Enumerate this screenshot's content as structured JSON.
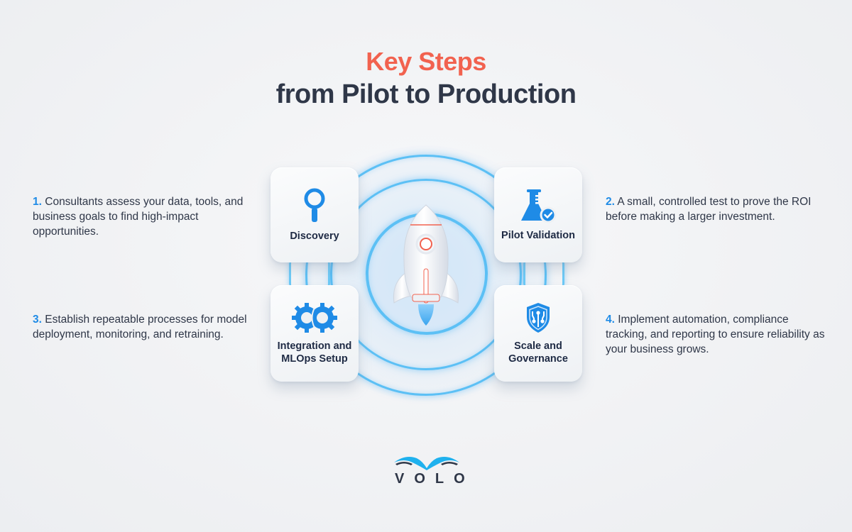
{
  "header": {
    "title_line1": "Key Steps",
    "title_line2": "from Pilot to Production",
    "title_line1_color": "#f2624f",
    "title_line2_color": "#2f3748"
  },
  "steps": [
    {
      "number": "1.",
      "card_label": "Discovery",
      "icon": "magnifier-icon",
      "description": "Consultants assess your data, tools, and business goals to find high-impact opportunities."
    },
    {
      "number": "2.",
      "card_label": "Pilot Validation",
      "icon": "flask-check-icon",
      "description": "A small, controlled test to prove the ROI before making a larger investment."
    },
    {
      "number": "3.",
      "card_label": "Integration and MLOps Setup",
      "icon": "interlocked-gears-icon",
      "description": "Establish repeatable processes for model deployment, monitoring, and retraining."
    },
    {
      "number": "4.",
      "card_label": "Scale and Governance",
      "icon": "circuit-shield-icon",
      "description": "Implement automation, compliance tracking, and reporting to ensure reliability as your business grows."
    }
  ],
  "center": {
    "icon": "rocket-icon"
  },
  "brand": {
    "name": "VOLO",
    "logo_icon": "wave-wing-icon"
  },
  "colors": {
    "accent_blue": "#1f8be6",
    "ring_blue": "#5cc0f5",
    "text_dark": "#2f3748",
    "background": "#f1f2f4"
  }
}
